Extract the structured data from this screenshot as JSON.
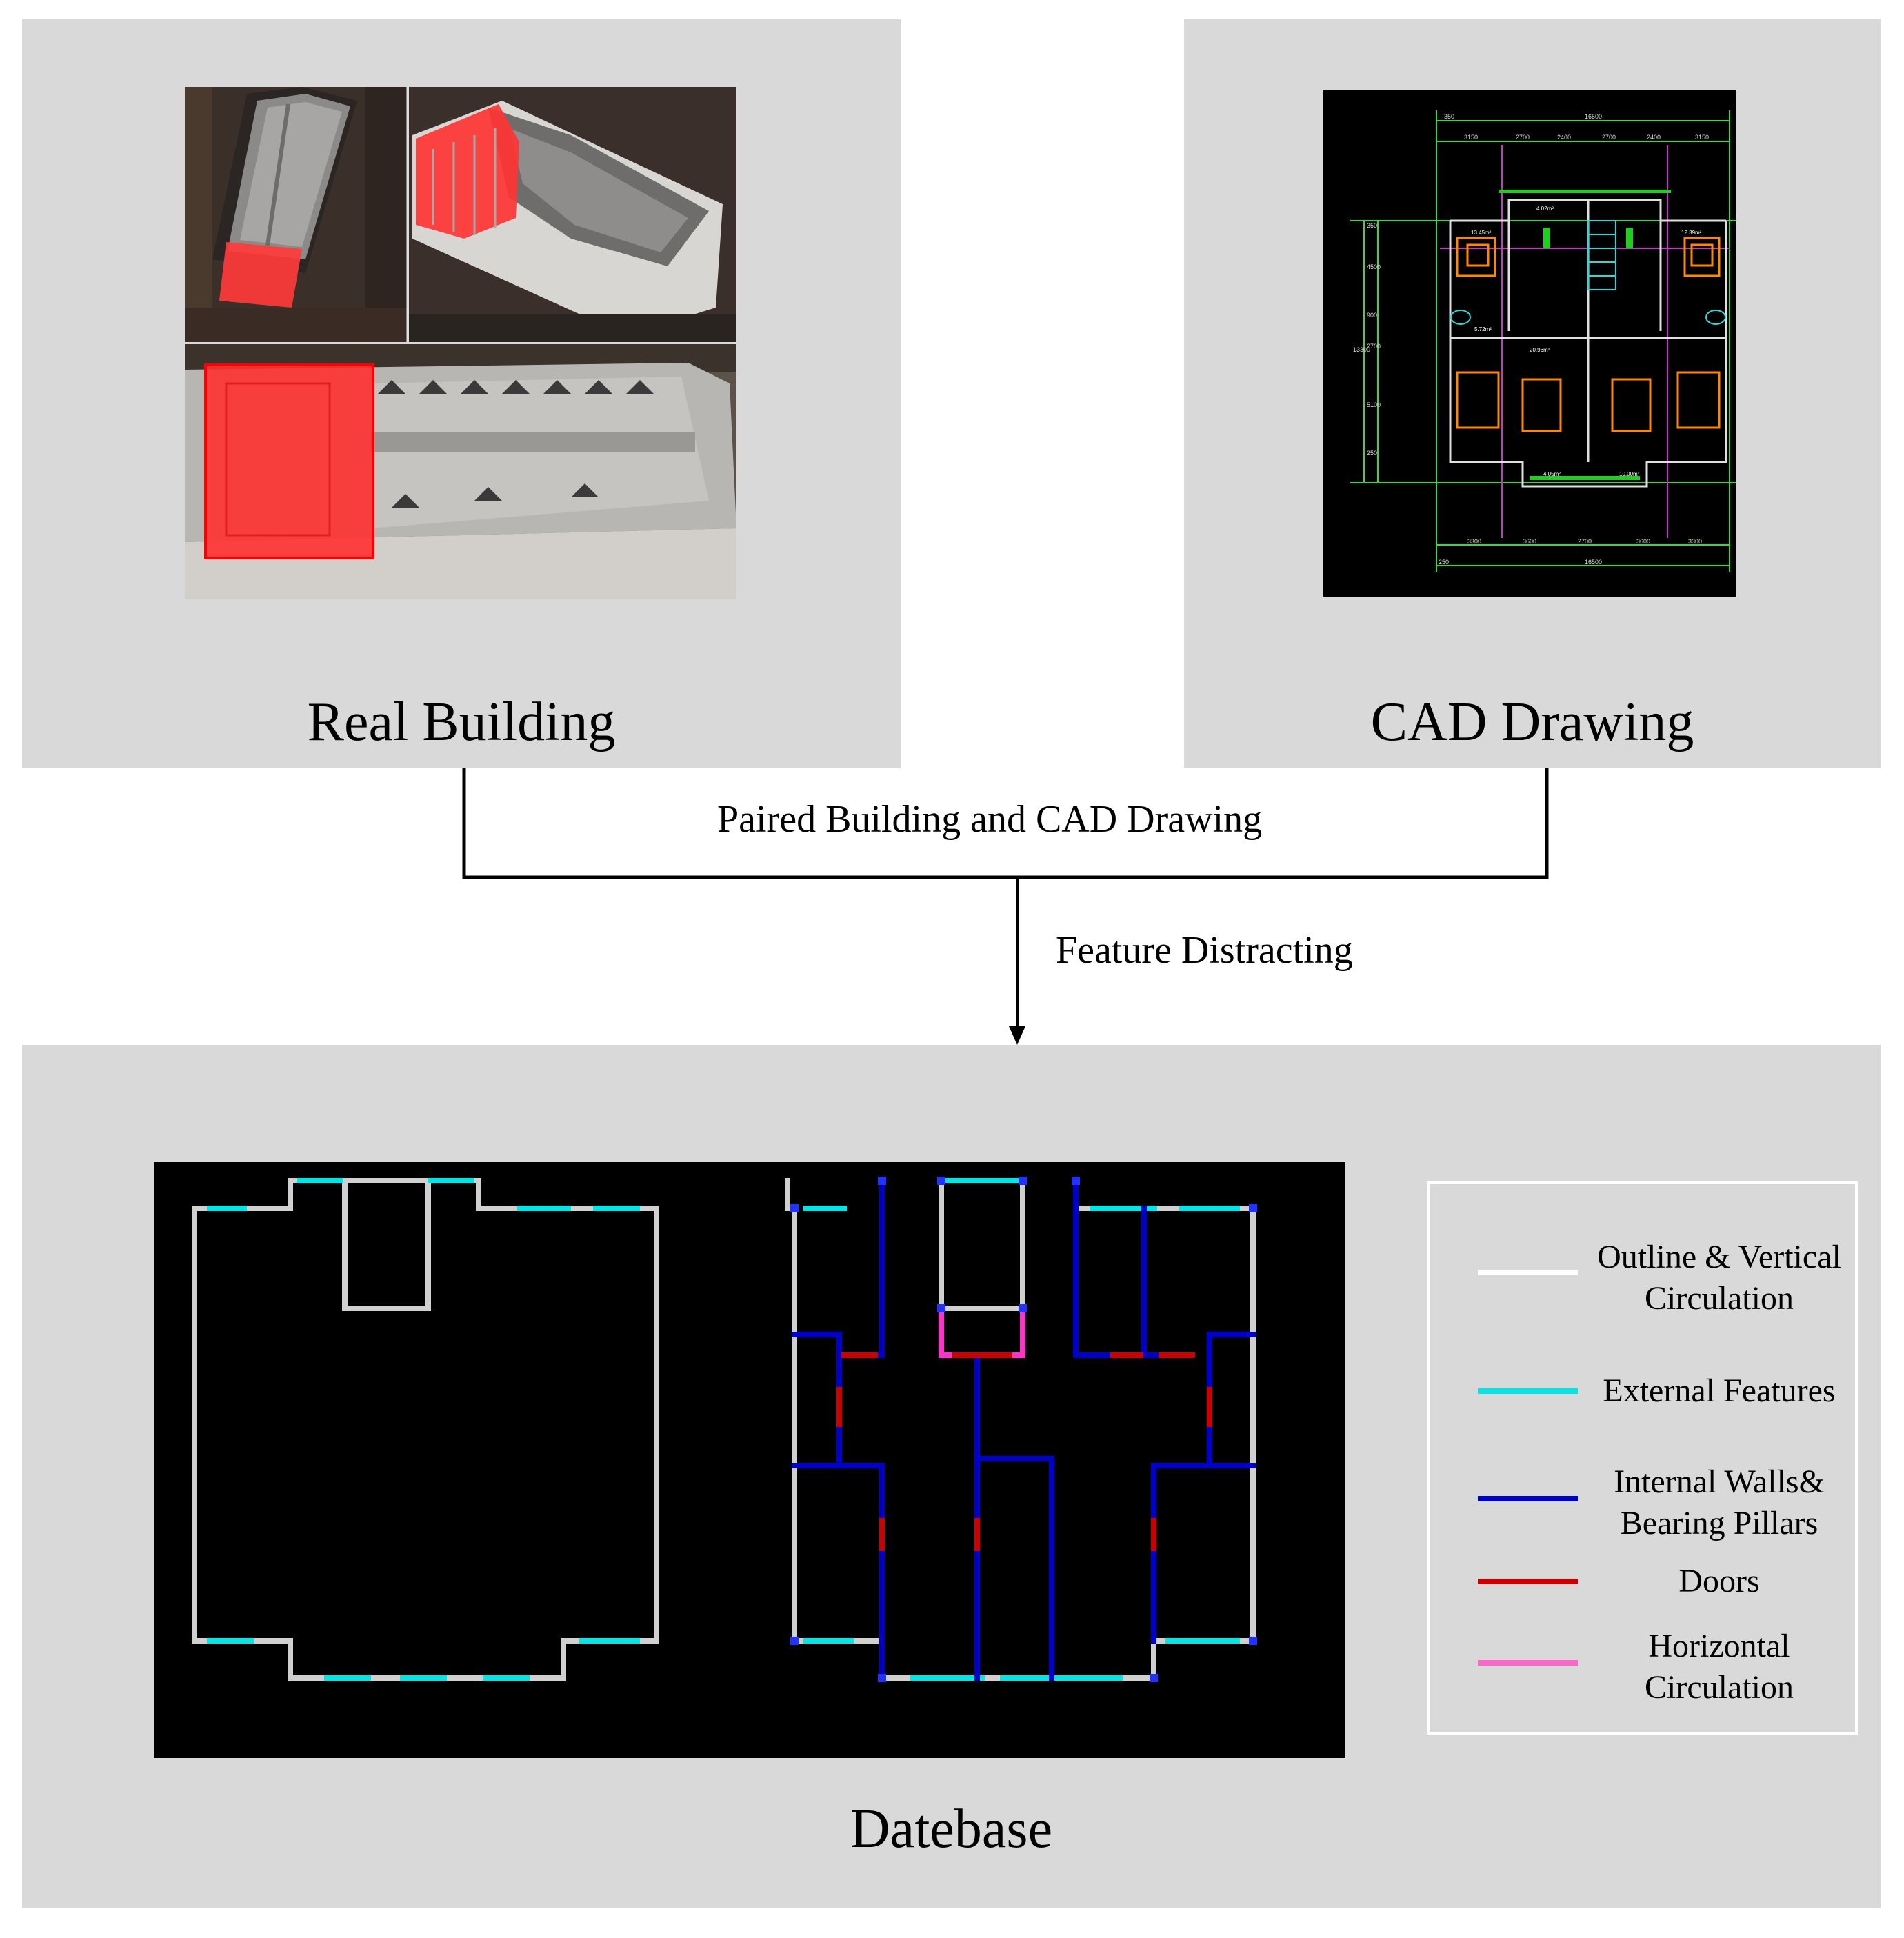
{
  "panels": {
    "real_building": {
      "title": "Real Building"
    },
    "cad_drawing": {
      "title": "CAD Drawing"
    },
    "database": {
      "title": "Datebase"
    }
  },
  "flow": {
    "paired_label": "Paired Building and CAD Drawing",
    "feature_label": "Feature Distracting"
  },
  "cad": {
    "dims_top": [
      "350",
      "16500",
      "3150",
      "2700",
      "2400",
      "2700",
      "2400",
      "3150"
    ],
    "dims_bottom": [
      "3300",
      "3600",
      "2700",
      "3600",
      "3300",
      "16500",
      "250"
    ],
    "dims_left": [
      "350",
      "4500",
      "900",
      "2700",
      "5100",
      "250",
      "13300"
    ],
    "room_labels": [
      "13.45m²",
      "12.39m²",
      "4.02m²",
      "5.72m²",
      "20.96m²",
      "4.05m²",
      "10.00m²"
    ]
  },
  "legend": {
    "items": [
      {
        "label_line1": "Outline & Vertical",
        "label_line2": "Circulation",
        "color": "#ffffff"
      },
      {
        "label_line1": "External Features",
        "label_line2": "",
        "color": "#00e5e5"
      },
      {
        "label_line1": "Internal Walls&",
        "label_line2": "Bearing Pillars",
        "color": "#0000cc"
      },
      {
        "label_line1": "Doors",
        "label_line2": "",
        "color": "#cc0000"
      },
      {
        "label_line1": "Horizontal",
        "label_line2": "Circulation",
        "color": "#ff66cc"
      }
    ]
  },
  "colors": {
    "panel_bg": "#d9d9d9",
    "outline": "#d0d0d0",
    "external": "#00e5e5",
    "internal": "#0000cc",
    "door": "#cc0000",
    "horizontal": "#ff33cc",
    "highlight": "#ff2020"
  }
}
